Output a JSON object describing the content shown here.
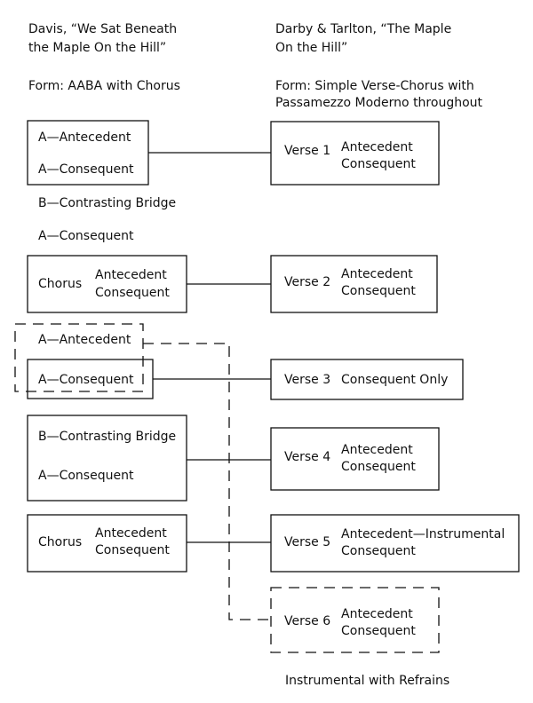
{
  "left_header": {
    "line1": "Davis, “We Sat Beneath",
    "line2": "the Maple On the Hill”",
    "form": "Form: AABA with Chorus"
  },
  "right_header": {
    "line1": "Darby & Tarlton, “The Maple",
    "line2": "On the Hill”",
    "form_line1": "Form: Simple Verse-Chorus with",
    "form_line2": "Passamezzo Moderno throughout"
  },
  "left": {
    "box1": {
      "line1": "A—Antecedent",
      "line2": "A—Consequent"
    },
    "free1": "B—Contrasting Bridge",
    "free2": "A—Consequent",
    "chorus1": {
      "label": "Chorus",
      "line1": "Antecedent",
      "line2": "Consequent"
    },
    "dashed_label": "A—Antecedent",
    "box3": "A—Consequent",
    "box4": {
      "line1": "B—Contrasting Bridge",
      "line2": "A—Consequent"
    },
    "chorus2": {
      "label": "Chorus",
      "line1": "Antecedent",
      "line2": "Consequent"
    }
  },
  "verses": [
    {
      "label": "Verse 1",
      "line1": "Antecedent",
      "line2": "Consequent"
    },
    {
      "label": "Verse 2",
      "line1": "Antecedent",
      "line2": "Consequent"
    },
    {
      "label": "Verse 3",
      "line1": "Consequent Only",
      "line2": ""
    },
    {
      "label": "Verse 4",
      "line1": "Antecedent",
      "line2": "Consequent"
    },
    {
      "label": "Verse 5",
      "line1": "Antecedent—Instrumental",
      "line2": "Consequent"
    },
    {
      "label": "Verse 6",
      "line1": "Antecedent",
      "line2": "Consequent"
    }
  ],
  "footer": "Instrumental with Refrains",
  "colors": {
    "ink": "#111111",
    "background": "#ffffff"
  }
}
